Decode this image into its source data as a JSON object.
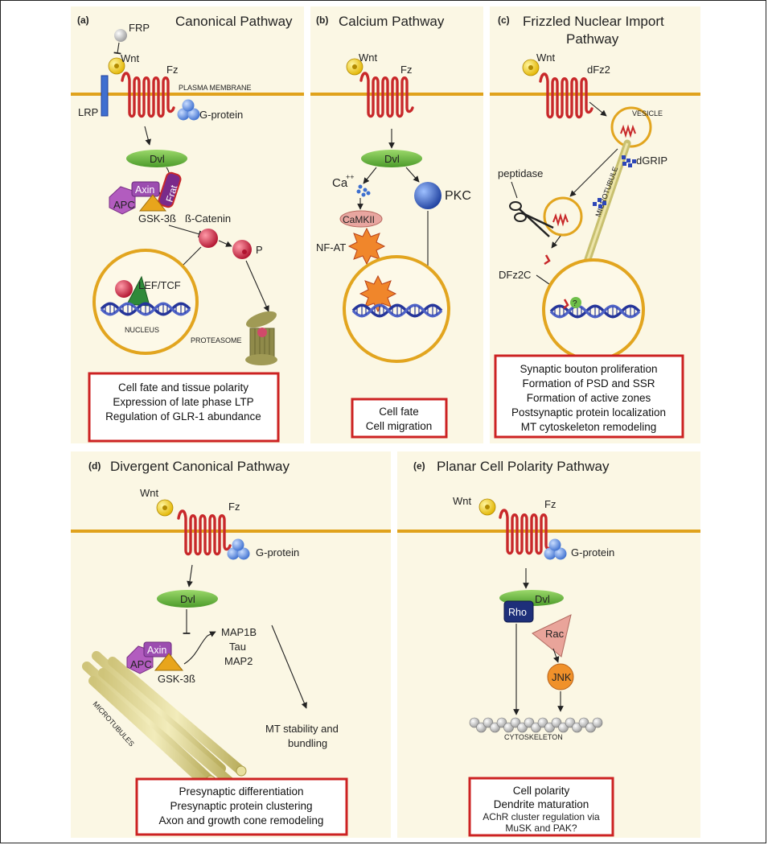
{
  "panels": {
    "a": {
      "letter": "(a)",
      "title": "Canonical Pathway",
      "labels": {
        "frp": "FRP",
        "wnt": "Wnt",
        "fz": "Fz",
        "membrane": "PLASMA MEMBRANE",
        "lrp": "LRP",
        "gprotein": "G-protein",
        "dvl": "Dvl",
        "axin": "Axin",
        "frat": "Frat",
        "apc": "APC",
        "gsk": "GSK-3ß",
        "catenin": "ß-Catenin",
        "p": "P",
        "leftcf": "LEF/TCF",
        "nucleus": "NUCLEUS",
        "proteasome": "PROTEASOME"
      },
      "outcomes": [
        "Cell fate and tissue polarity",
        "Expression of late phase LTP",
        "Regulation of GLR-1 abundance"
      ]
    },
    "b": {
      "letter": "(b)",
      "title": "Calcium Pathway",
      "labels": {
        "wnt": "Wnt",
        "fz": "Fz",
        "dvl": "Dvl",
        "ca": "Ca",
        "ca_sup": "++",
        "pkc": "PKC",
        "camkii": "CaMKII",
        "nfat": "NF-AT"
      },
      "outcomes": [
        "Cell fate",
        "Cell migration"
      ]
    },
    "c": {
      "letter": "(c)",
      "title_line1": "Frizzled Nuclear Import",
      "title_line2": "Pathway",
      "labels": {
        "wnt": "Wnt",
        "dfz2": "dFz2",
        "vesicle": "VESICLE",
        "dgrip": "dGRIP",
        "microtubule": "MICROTUBULE",
        "peptidase": "peptidase",
        "dfz2c": "DFz2C",
        "q": "?"
      },
      "outcomes": [
        "Synaptic bouton proliferation",
        "Formation of PSD and SSR",
        "Formation of active zones",
        "Postsynaptic protein localization",
        "MT cytoskeleton remodeling"
      ]
    },
    "d": {
      "letter": "(d)",
      "title": "Divergent Canonical Pathway",
      "labels": {
        "wnt": "Wnt",
        "fz": "Fz",
        "gprotein": "G-protein",
        "dvl": "Dvl",
        "axin": "Axin",
        "apc": "APC",
        "gsk": "GSK-3ß",
        "map1b": "MAP1B",
        "tau": "Tau",
        "map2": "MAP2",
        "mt1": "MT stability and",
        "mt2": "bundling",
        "microtubules": "MICROTUBULES"
      },
      "outcomes": [
        "Presynaptic differentiation",
        "Presynaptic protein clustering",
        "Axon and growth cone remodeling"
      ]
    },
    "e": {
      "letter": "(e)",
      "title": "Planar Cell Polarity Pathway",
      "labels": {
        "wnt": "Wnt",
        "fz": "Fz",
        "gprotein": "G-protein",
        "dvl": "Dvl",
        "rho": "Rho",
        "rac": "Rac",
        "jnk": "JNK",
        "cytoskeleton": "CYTOSKELETON"
      },
      "outcomes": [
        "Cell polarity",
        "Dendrite maturation",
        "AChR cluster regulation via",
        "MuSK and PAK?"
      ]
    }
  },
  "colors": {
    "membrane": "#e0a21c",
    "receptor": "#c8282a",
    "dvl": "#6db33f",
    "outcome_border": "#cc2222",
    "nucleus": "#e2a51f",
    "dna": "#25359a",
    "wnt": "#f2d21c"
  }
}
